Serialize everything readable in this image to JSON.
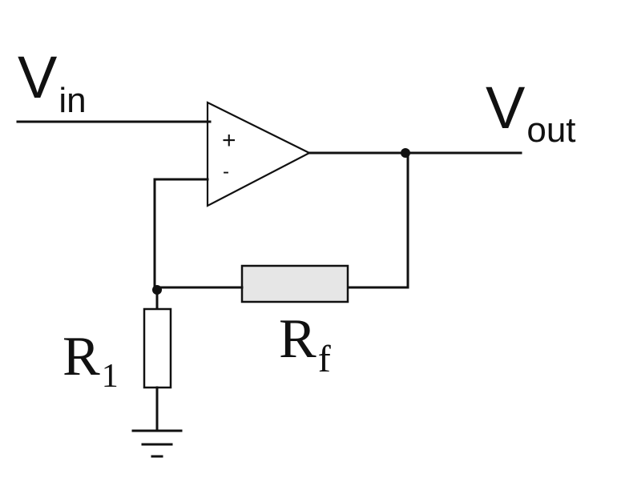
{
  "labels": {
    "vin_main": "V",
    "vin_sub": "in",
    "vout_main": "V",
    "vout_sub": "out",
    "r1_main": "R",
    "r1_sub": "1",
    "rf_main": "R",
    "rf_sub": "f",
    "plus": "+",
    "minus": "-"
  },
  "colors": {
    "wire": "#111111",
    "rf_fill": "#e6e6e6",
    "r1_fill": "#ffffff"
  }
}
